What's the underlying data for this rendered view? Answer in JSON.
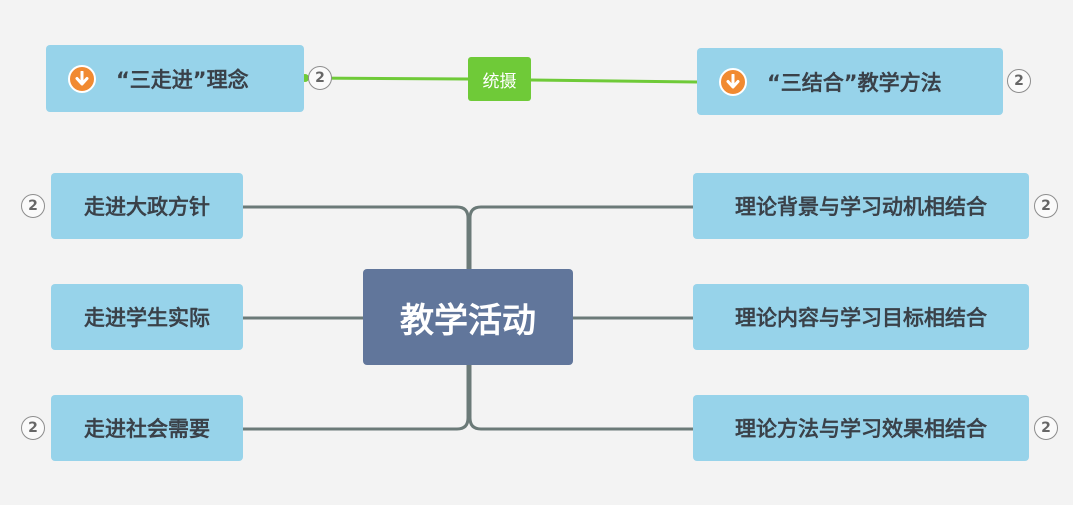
{
  "center": {
    "label": "教学活动"
  },
  "top_left": {
    "label": "“三走进”理念",
    "icon": "arrow-down-circle-icon",
    "badge": "2"
  },
  "top_right": {
    "label": "“三结合”教学方法",
    "icon": "arrow-down-circle-icon",
    "badge": "2"
  },
  "relation": {
    "label": "统摄"
  },
  "left_nodes": [
    {
      "label": "走进大政方针",
      "badge": "2"
    },
    {
      "label": "走进学生实际"
    },
    {
      "label": "走进社会需要",
      "badge": "2"
    }
  ],
  "right_nodes": [
    {
      "label": "理论背景与学习动机相结合",
      "badge": "2"
    },
    {
      "label": "理论内容与学习目标相结合"
    },
    {
      "label": "理论方法与学习效果相结合",
      "badge": "2"
    }
  ],
  "colors": {
    "background": "#f3f3f3",
    "node": "#97d3ea",
    "center": "#61769b",
    "connector": "#6b7a78",
    "relation": "#6fca38",
    "icon": "#f18a31"
  }
}
